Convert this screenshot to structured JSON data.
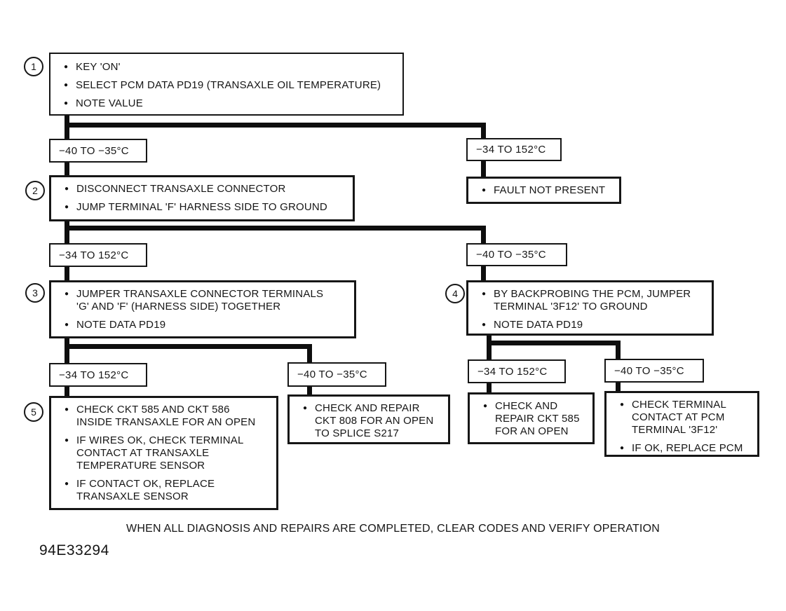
{
  "diagram": {
    "icons": {
      "bullet": "●"
    },
    "colors": {
      "ink": "#161616",
      "paper": "#ffffff"
    },
    "steps": {
      "step1": {
        "number": "1",
        "items": [
          [
            "KEY 'ON'"
          ],
          [
            "SELECT PCM DATA PD19 (TRANSAXLE OIL TEMPERATURE)"
          ],
          [
            "NOTE VALUE"
          ]
        ]
      },
      "step2": {
        "number": "2",
        "items": [
          [
            "DISCONNECT TRANSAXLE CONNECTOR"
          ],
          [
            "JUMP TERMINAL 'F' HARNESS SIDE TO GROUND"
          ]
        ]
      },
      "step3": {
        "number": "3",
        "items": [
          [
            "JUMPER TRANSAXLE CONNECTOR TERMINALS",
            "'G' AND 'F' (HARNESS SIDE) TOGETHER"
          ],
          [
            "NOTE DATA PD19"
          ]
        ]
      },
      "step4": {
        "number": "4",
        "items": [
          [
            "BY BACKPROBING THE PCM, JUMPER",
            "TERMINAL '3F12' TO GROUND"
          ],
          [
            "NOTE DATA PD19"
          ]
        ]
      },
      "step5": {
        "number": "5",
        "items": [
          [
            "CHECK CKT 585 AND CKT 586",
            "INSIDE TRANSAXLE FOR AN OPEN"
          ],
          [
            "IF WIRES OK, CHECK TERMINAL",
            "CONTACT AT TRANSAXLE",
            "TEMPERATURE SENSOR"
          ],
          [
            "IF CONTACT OK, REPLACE",
            "TRANSAXLE SENSOR"
          ]
        ]
      },
      "fault_not_present": {
        "items": [
          [
            "FAULT NOT PRESENT"
          ]
        ]
      },
      "repair_ckt808": {
        "items": [
          [
            "CHECK AND REPAIR",
            "CKT 808 FOR AN OPEN",
            "TO SPLICE S217"
          ]
        ]
      },
      "repair_ckt585": {
        "items": [
          [
            "CHECK AND",
            "REPAIR CKT 585",
            "FOR AN OPEN"
          ]
        ]
      },
      "check_pcm": {
        "items": [
          [
            "CHECK TERMINAL",
            "CONTACT AT PCM",
            "TERMINAL '3F12'"
          ],
          [
            "IF OK, REPLACE PCM"
          ]
        ]
      }
    },
    "condition_labels": {
      "branch1_left": "−40 TO −35°C",
      "branch1_right": "−34 TO 152°C",
      "branch2_left": "−34 TO 152°C",
      "branch2_right": "−40 TO −35°C",
      "branch3_left": "−34 TO 152°C",
      "branch3_right": "−40 TO −35°C",
      "branch4_left": "−34 TO 152°C",
      "branch4_right": "−40 TO −35°C"
    },
    "footer_note": "WHEN ALL DIAGNOSIS AND REPAIRS ARE COMPLETED, CLEAR CODES AND VERIFY OPERATION",
    "figure_id": "94E33294"
  }
}
